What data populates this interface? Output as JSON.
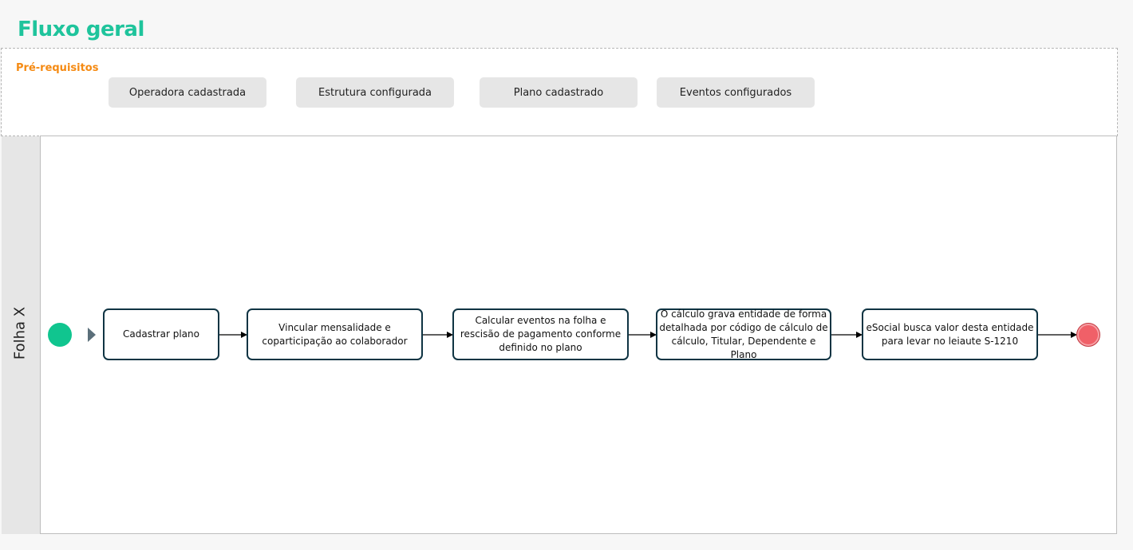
{
  "title": "Fluxo geral",
  "prerequisites": {
    "label": "Pré-requisitos",
    "items": [
      "Operadora cadastrada",
      "Estrutura configurada",
      "Plano cadastrado",
      "Eventos configurados"
    ]
  },
  "lane": {
    "title": "Folha X"
  },
  "tasks": [
    "Cadastrar plano",
    "Vincular mensalidade e coparticipação ao colaborador",
    "Calcular eventos na folha e rescisão de pagamento conforme definido no plano",
    "O cálculo grava entidade de forma detalhada por código de cálculo de cálculo, Titular, Dependente e Plano",
    "eSocial busca valor desta entidade para levar no leiaute S-1210"
  ],
  "colors": {
    "title": "#1fc49c",
    "prereq_label": "#f58a12",
    "start_event": "#10c58f",
    "end_event": "#f06068",
    "task_border": "#0f3443"
  }
}
